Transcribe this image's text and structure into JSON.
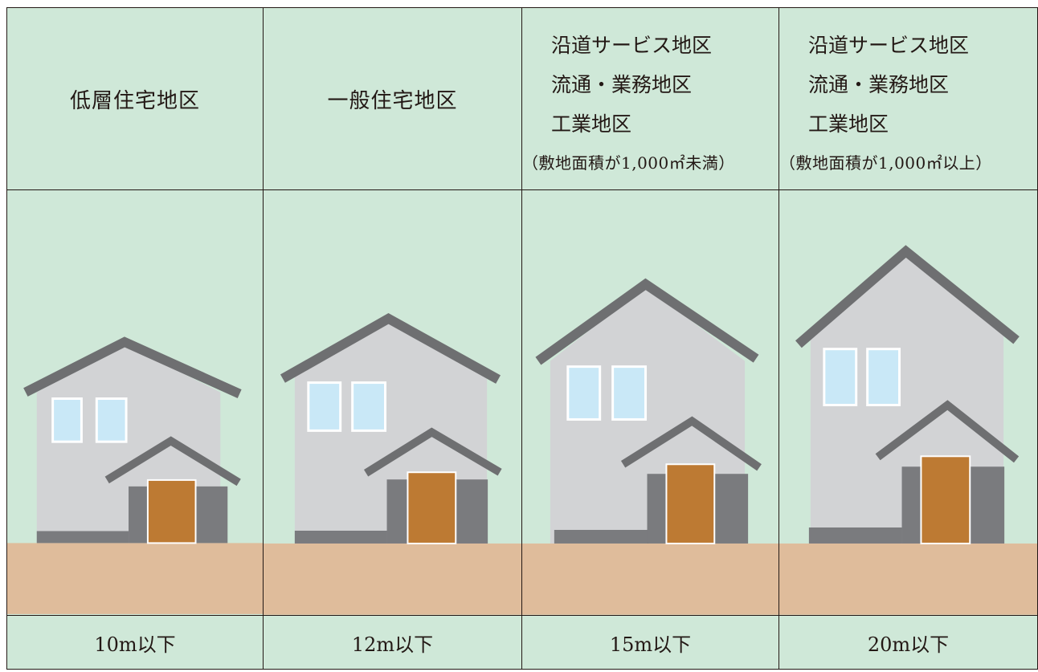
{
  "headers": [
    {
      "lines": [
        "低層住宅地区"
      ],
      "note": ""
    },
    {
      "lines": [
        "一般住宅地区"
      ],
      "note": ""
    },
    {
      "lines": [
        "沿道サービス地区",
        "流通・業務地区",
        "工業地区"
      ],
      "note": "（敷地面積が1,000㎡未満）"
    },
    {
      "lines": [
        "沿道サービス地区",
        "流通・業務地区",
        "工業地区"
      ],
      "note": "（敷地面積が1,000㎡以上）"
    }
  ],
  "heights": [
    "10m以下",
    "12m以下",
    "15m以下",
    "20m以下"
  ],
  "colors": {
    "background": "#cfe8d8",
    "ground": "#dfbc9b",
    "wall": "#d2d3d5",
    "roof": "#6e6f71",
    "base": "#7a7b7e",
    "window": "#c9e8f7",
    "door": "#bd7a33",
    "border": "#231815"
  },
  "icons": [
    "house-low-icon",
    "house-medium-icon",
    "house-tall-icon",
    "house-tallest-icon"
  ]
}
